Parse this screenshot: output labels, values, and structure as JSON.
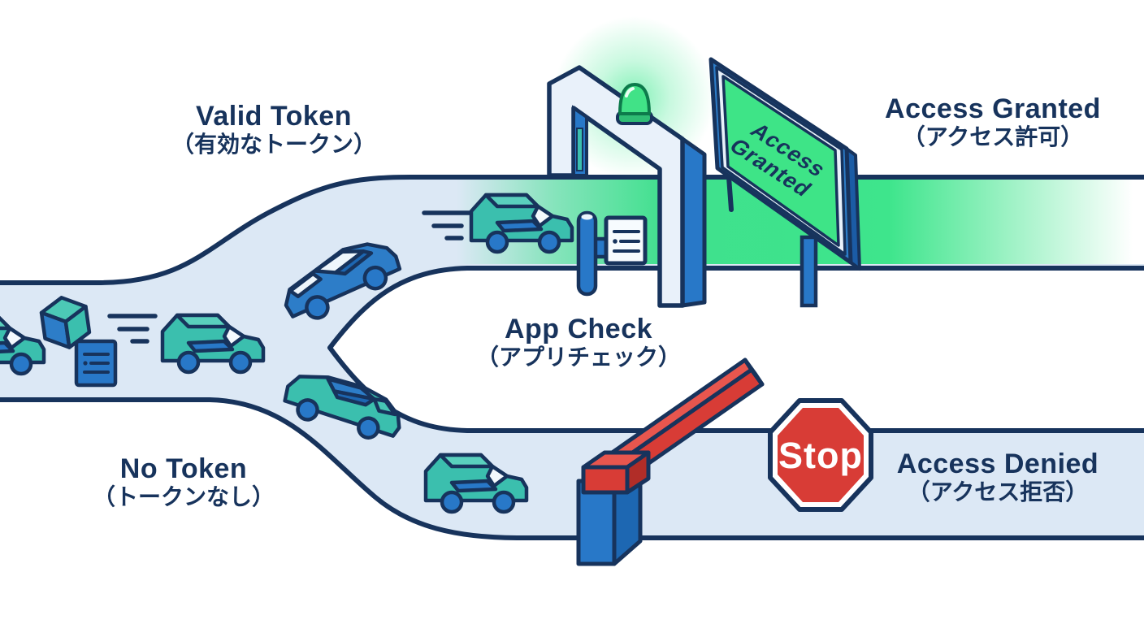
{
  "labels": {
    "valid_token": {
      "en": "Valid Token",
      "ja": "（有効なトークン）"
    },
    "access_granted": {
      "en": "Access Granted",
      "ja": "（アクセス許可）"
    },
    "app_check": {
      "en": "App Check",
      "ja": "（アプリチェック）"
    },
    "no_token": {
      "en": "No Token",
      "ja": "（トークンなし）"
    },
    "access_denied": {
      "en": "Access Denied",
      "ja": "（アクセス拒否）"
    }
  },
  "billboard": {
    "line1": "Access",
    "line2": "Granted"
  },
  "stop_sign": {
    "text": "Stop"
  },
  "colors": {
    "outline_navy": "#17335c",
    "text_navy": "#17335c",
    "road_fill": "#dce8f5",
    "road_green": "#3fe08d",
    "billboard_screen_green": "#3ee487",
    "signal_green": "#41e287",
    "red": "#d83c36",
    "dark_red": "#b12d28",
    "blue": "#2878c8",
    "teal": "#3bbfae",
    "light_face": "#e9f1fa"
  },
  "icons": [
    "road-fork-icon",
    "car-van-icon",
    "car-sedan-icon",
    "car-sports-icon",
    "cube-token-icon",
    "token-document-icon",
    "speed-lines-icon",
    "gate-arch-icon",
    "green-light-icon",
    "token-reader-icon",
    "billboard-icon",
    "barrier-arm-icon",
    "stop-sign-icon"
  ]
}
